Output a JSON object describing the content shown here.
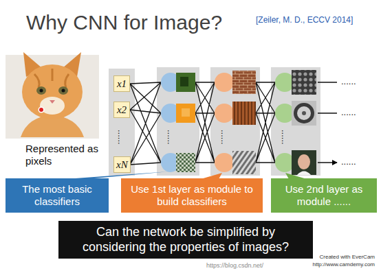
{
  "diagram": {
    "title": "Why CNN for Image?",
    "nodes": [
      {
        "text": [
          "x1"
        ]
      },
      {
        "text": [
          "x2"
        ]
      },
      {
        "text": [
          "xN"
        ]
      },
      {
        "text": [
          "The most basic classifiers"
        ]
      },
      {
        "text": [
          "Use 1st layer as module to build classifiers"
        ]
      },
      {
        "text": [
          "Use 2nd layer as module ......"
        ]
      },
      {
        "text": [
          "Can the network be simplified by considering the properties of images?"
        ]
      }
    ],
    "labels": [
      "[Zeiler, M. D., ECCV 2014]",
      "Represented as pixels",
      "......",
      "......",
      "......",
      "......",
      "......",
      "......",
      "......",
      "https://blog.csdn.net/",
      "Created with EverCam",
      "http://www.camdemy.com"
    ]
  }
}
